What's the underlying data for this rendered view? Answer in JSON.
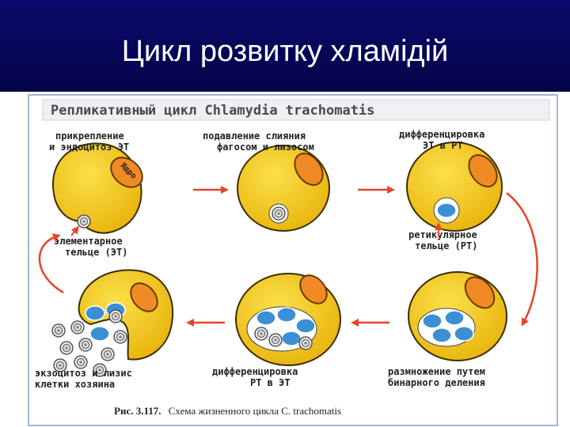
{
  "slide": {
    "title": "Цикл розвитку хламідій"
  },
  "figure": {
    "heading": "Репликативный цикл Chlamydia trachomatis",
    "nucleus_label": "Ядро",
    "caption_bold": "Рис. 3.117.",
    "caption_rest": "Схема жизненного цикла C. trachomatis",
    "stages": [
      {
        "line1": "прикрепление",
        "line2": "и эндоцитоз ЭТ"
      },
      {
        "line1": "подавление слияния",
        "line2": "фагосом и лизосом"
      },
      {
        "line1": "дифференцировка",
        "line2": "ЭТ в РТ"
      },
      {
        "line1": "размножение путем",
        "line2": "бинарного деления"
      },
      {
        "line1": "дифференцировка",
        "line2": "РТ в ЭТ"
      },
      {
        "line1": "экзоцитоз и лизис",
        "line2": "клетки хозяина"
      }
    ],
    "bodies": [
      {
        "line1": "элементарное",
        "line2": "тельце (ЭТ)"
      },
      {
        "line1": "ретикулярное",
        "line2": "тельце (РТ)"
      }
    ]
  },
  "colors": {
    "header_bg": "#06065c",
    "cell_fill": "#f2c318",
    "nucleus_fill": "#f08a24",
    "reticulate_body": "#3b8fd6",
    "arrow": "#e6452a",
    "elementary_body": "#d9d9d9"
  }
}
